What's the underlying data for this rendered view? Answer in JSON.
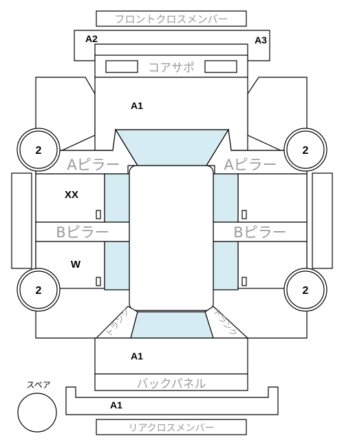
{
  "colors": {
    "glass": "#d5ecf2",
    "line": "#000000",
    "label_gray": "#9a9a9a"
  },
  "labels": {
    "front_cross_member": "フロントクロスメンバー",
    "core_support": "コアサポ",
    "a_pillar": "Aピラー",
    "b_pillar": "Bピラー",
    "back_panel": "バックパネル",
    "rear_cross_member": "リアクロスメンバー",
    "spare": "スペア",
    "trunk": "トランク"
  },
  "grades": {
    "a2": "A2",
    "a3": "A3",
    "front_a1": "A1",
    "xx": "XX",
    "w": "W",
    "rear_a1": "A1",
    "bottom_a1": "A1"
  },
  "wheels": {
    "front_left": "2",
    "front_right": "2",
    "rear_left": "2",
    "rear_right": "2"
  }
}
